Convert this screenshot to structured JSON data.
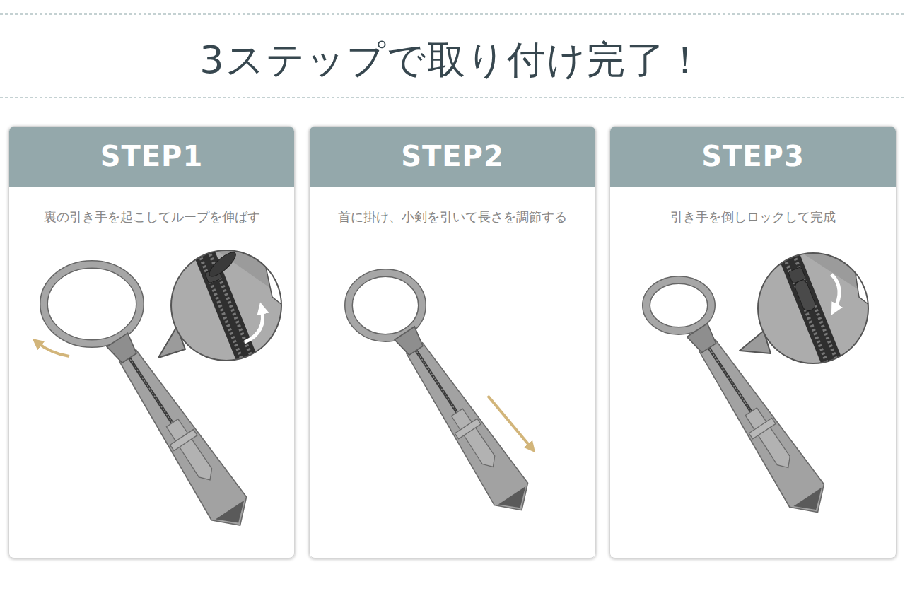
{
  "diagram": {
    "title": "3ステップで取り付け完了！",
    "nodes": [
      {
        "text": [
          "STEP1",
          "裏の引き手を起こしてループを伸ばす"
        ]
      },
      {
        "text": [
          "STEP2",
          "首に掛け、小剣を引いて長さを調節する"
        ]
      },
      {
        "text": [
          "STEP3",
          "引き手を倒しロックして完成"
        ]
      }
    ]
  }
}
